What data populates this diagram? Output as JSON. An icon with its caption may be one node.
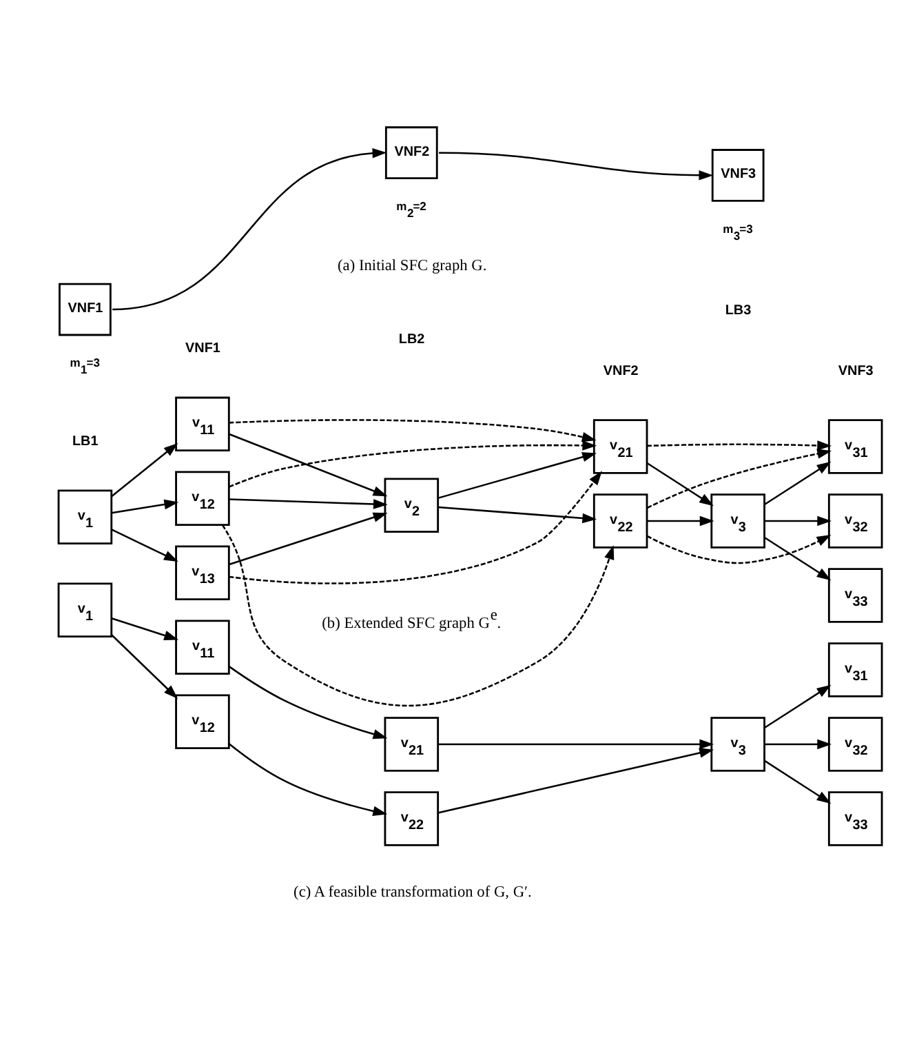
{
  "diagram": {
    "nodes": [
      {
        "text": [
          "VNF1"
        ],
        "beside": [
          "m$_{1}$=3"
        ]
      },
      {
        "text": [
          "VNF2"
        ],
        "beside": [
          "m$_{2}$=2"
        ]
      },
      {
        "text": [
          "VNF3"
        ],
        "beside": [
          "m$_{3}$=3"
        ]
      },
      {
        "text": [
          "v$_{1}$"
        ]
      },
      {
        "text": [
          "v$_{11}$"
        ]
      },
      {
        "text": [
          "v$_{12}$"
        ]
      },
      {
        "text": [
          "v$_{13}$"
        ]
      },
      {
        "text": [
          "v$_{2}$"
        ]
      },
      {
        "text": [
          "v$_{21}$"
        ]
      },
      {
        "text": [
          "v$_{22}$"
        ]
      },
      {
        "text": [
          "v$_{3}$"
        ]
      },
      {
        "text": [
          "v$_{31}$"
        ]
      },
      {
        "text": [
          "v$_{32}$"
        ]
      },
      {
        "text": [
          "v$_{33}$"
        ]
      },
      {
        "text": [
          "v$_{1}$"
        ]
      },
      {
        "text": [
          "v$_{11}$"
        ]
      },
      {
        "text": [
          "v$_{12}$"
        ]
      },
      {
        "text": [
          "v$_{21}$"
        ]
      },
      {
        "text": [
          "v$_{22}$"
        ]
      },
      {
        "text": [
          "v$_{3}$"
        ]
      },
      {
        "text": [
          "v$_{31}$"
        ]
      },
      {
        "text": [
          "v$_{32}$"
        ]
      },
      {
        "text": [
          "v$_{33}$"
        ]
      }
    ],
    "edges": [
      {
        "from": 0,
        "to": 1,
        "arrow": "to"
      },
      {
        "from": 1,
        "to": 2,
        "arrow": "to"
      },
      {
        "from": 3,
        "to": 4,
        "arrow": "to"
      },
      {
        "from": 3,
        "to": 5,
        "arrow": "to"
      },
      {
        "from": 3,
        "to": 6,
        "arrow": "to"
      },
      {
        "from": 4,
        "to": 7,
        "arrow": "to"
      },
      {
        "from": 5,
        "to": 7,
        "arrow": "to"
      },
      {
        "from": 6,
        "to": 7,
        "arrow": "to"
      },
      {
        "from": 4,
        "to": 8,
        "arrow": "to",
        "style": "dashed"
      },
      {
        "from": 5,
        "to": 8,
        "arrow": "to",
        "style": "dashed"
      },
      {
        "from": 5,
        "to": 9,
        "arrow": "to",
        "style": "dashed"
      },
      {
        "from": 6,
        "to": 8,
        "arrow": "to",
        "style": "dashed"
      },
      {
        "from": 7,
        "to": 8,
        "arrow": "to"
      },
      {
        "from": 7,
        "to": 9,
        "arrow": "to"
      },
      {
        "from": 8,
        "to": 10,
        "arrow": "to"
      },
      {
        "from": 9,
        "to": 10,
        "arrow": "to"
      },
      {
        "from": 8,
        "to": 11,
        "arrow": "to",
        "style": "dashed"
      },
      {
        "from": 9,
        "to": 11,
        "arrow": "to",
        "style": "dashed"
      },
      {
        "from": 9,
        "to": 12,
        "arrow": "to",
        "style": "dashed"
      },
      {
        "from": 10,
        "to": 11,
        "arrow": "to"
      },
      {
        "from": 10,
        "to": 12,
        "arrow": "to"
      },
      {
        "from": 10,
        "to": 13,
        "arrow": "to"
      },
      {
        "from": 14,
        "to": 15,
        "arrow": "to"
      },
      {
        "from": 14,
        "to": 16,
        "arrow": "to"
      },
      {
        "from": 15,
        "to": 17,
        "arrow": "to"
      },
      {
        "from": 16,
        "to": 18,
        "arrow": "to"
      },
      {
        "from": 17,
        "to": 19,
        "arrow": "to"
      },
      {
        "from": 18,
        "to": 19,
        "arrow": "to"
      },
      {
        "from": 19,
        "to": 20,
        "arrow": "to"
      },
      {
        "from": 19,
        "to": 21,
        "arrow": "to"
      },
      {
        "from": 19,
        "to": 22,
        "arrow": "to"
      }
    ],
    "labels": [
      "(a) Initial SFC graph G.",
      "LB1",
      "VNF1",
      "LB2",
      "VNF2",
      "LB3",
      "VNF3",
      "(b) Extended SFC graph G$^{e}$.",
      "(c) A feasible transformation of G, G′."
    ]
  }
}
